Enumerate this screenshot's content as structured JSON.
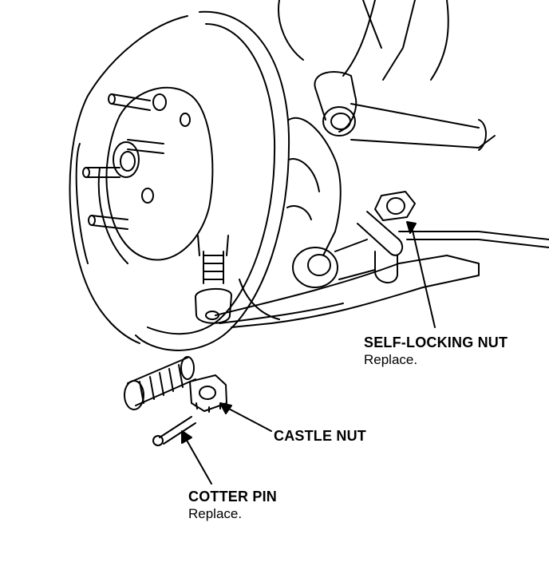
{
  "callouts": {
    "self_locking_nut": {
      "title": "SELF-LOCKING NUT",
      "note": "Replace."
    },
    "castle_nut": {
      "title": "CASTLE NUT"
    },
    "cotter_pin": {
      "title": "COTTER PIN",
      "note": "Replace."
    }
  },
  "colors": {
    "ink": "#000000",
    "paper": "#ffffff"
  }
}
